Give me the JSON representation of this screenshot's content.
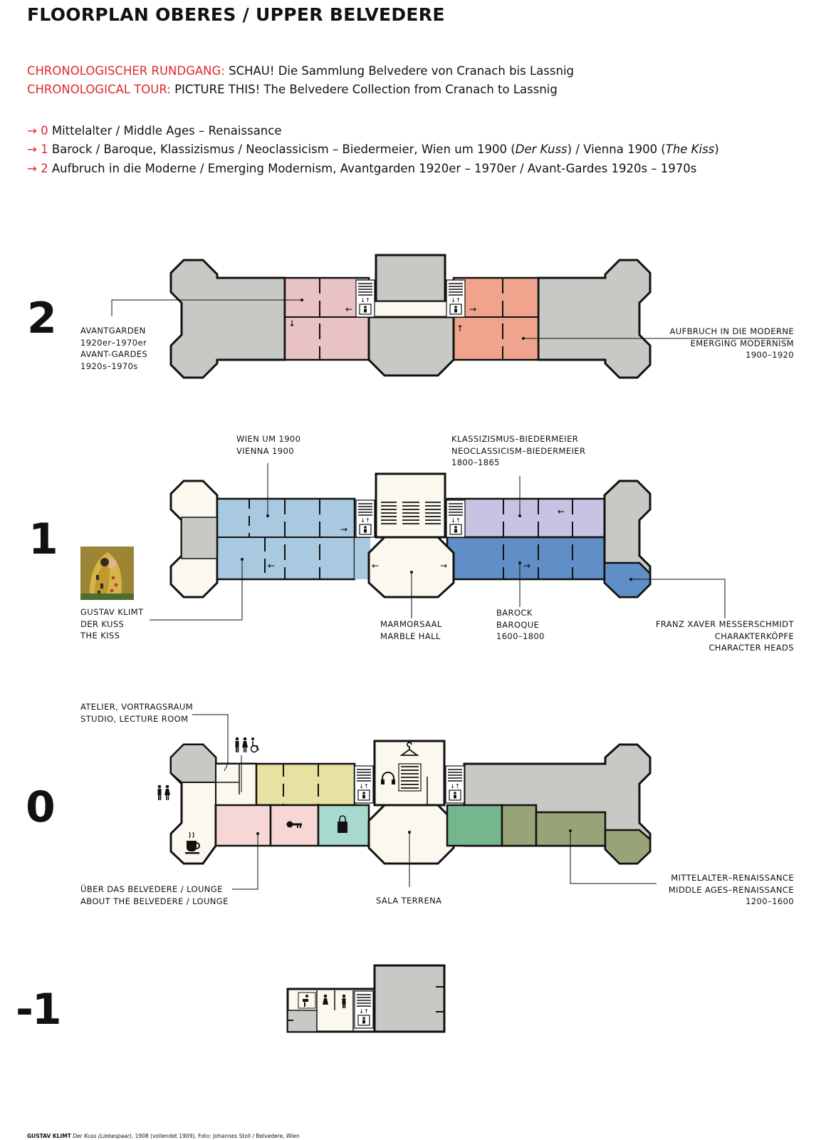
{
  "header": {
    "title": "FLOORPLAN OBERES / UPPER BELVEDERE",
    "tour_de_label": "CHRONOLOGISCHER RUNDGANG:",
    "tour_de_text": "SCHAU! Die Sammlung Belvedere von Cranach bis Lassnig",
    "tour_en_label": "CHRONOLOGICAL TOUR:",
    "tour_en_text": "PICTURE THIS! The Belvedere Collection from Cranach to Lassnig"
  },
  "levels": [
    {
      "arrow": "→ 0",
      "text": "Mittelalter / Middle Ages – Renaissance"
    },
    {
      "arrow": "→ 1",
      "text_a": "Barock / Baroque, Klassizismus / Neoclassicism – Biedermeier, Wien um 1900 (",
      "italic_a": "Der Kuss",
      "text_b": ") / Vienna 1900 (",
      "italic_b": "The Kiss",
      "text_c": ")"
    },
    {
      "arrow": "→ 2",
      "text": "Aufbruch in die Moderne / Emerging Modernism, Avantgarden 1920er – 1970er / Avant-Gardes 1920s – 1970s"
    }
  ],
  "floors": {
    "f2": {
      "number": "2",
      "label_left": "AVANTGARDEN\n1920er–1970er\nAVANT-GARDES\n1920s–1970s",
      "label_right": "AUFBRUCH IN DIE MODERNE\nEMERGING MODERNISM\n1900–1920"
    },
    "f1": {
      "number": "1",
      "label_wien": "WIEN UM 1900\nVIENNA 1900",
      "label_klass": "KLASSIZISMUS–BIEDERMEIER\nNEOCLASSICISM–BIEDERMEIER\n1800–1865",
      "label_klimt": "GUSTAV KLIMT\nDER KUSS\nTHE KISS",
      "label_marmor": "MARMORSAAL\nMARBLE HALL",
      "label_barock": "BAROCK\nBAROQUE\n1600–1800",
      "label_messer": "FRANZ XAVER MESSERSCHMIDT\nCHARAKTERKÖPFE\nCHARACTER HEADS"
    },
    "f0": {
      "number": "0",
      "label_atelier": "ATELIER, VORTRAGSRAUM\nSTUDIO, LECTURE ROOM",
      "label_about": "ÜBER DAS BELVEDERE / LOUNGE\nABOUT THE BELVEDERE / LOUNGE",
      "label_sala": "SALA TERRENA",
      "label_mittel": "MITTELALTER–RENAISSANCE\nMIDDLE AGES–RENAISSANCE\n1200–1600"
    },
    "fm1": {
      "number": "-1"
    }
  },
  "credit": {
    "artist": "GUSTAV KLIMT",
    "work": "Der Kuss (Liebespaar)",
    "rest": ", 1908 (vollendet 1909), Foto: Johannes Stoll / Belvedere, Wien"
  },
  "colors": {
    "grey": "#c8c8c4",
    "pink": "#e8c2c4",
    "salmon": "#f0a48d",
    "lightblue": "#a9c9e0",
    "lavender": "#c9c3e3",
    "blue": "#5f8fc6",
    "cream": "#fbf9ef",
    "yellow": "#e6e3a2",
    "lightpink": "#f6d7d6",
    "mint": "#a8d9cf",
    "green": "#76b68f",
    "olive": "#98a478",
    "accent_red": "#e3262f"
  },
  "icons": [
    "elevator-icon",
    "stairs-icon",
    "toilet-icon",
    "wheelchair-icon",
    "cafe-icon",
    "locker-icon",
    "shop-icon",
    "cloakroom-icon",
    "audioguide-icon"
  ]
}
